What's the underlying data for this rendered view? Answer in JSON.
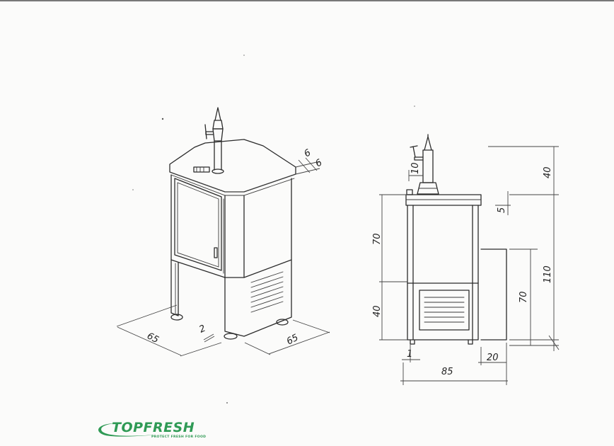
{
  "dimensions": {
    "iso_top_a": "6",
    "iso_top_b": "6",
    "iso_width": "65",
    "iso_depth": "65",
    "iso_foot_gap": "2",
    "tap_width": "10",
    "tap_height": "40",
    "top_thickness": "5",
    "cabinet_height": "70",
    "base_height": "40",
    "total_height": "110",
    "side_block_height": "70",
    "foot_offset": "1",
    "side_block_depth": "20",
    "overall_depth": "85"
  },
  "brand": {
    "name": "TOPFRESH",
    "tagline": "PROTECT FRESH FOR FOOD",
    "color": "#2f9a55"
  }
}
